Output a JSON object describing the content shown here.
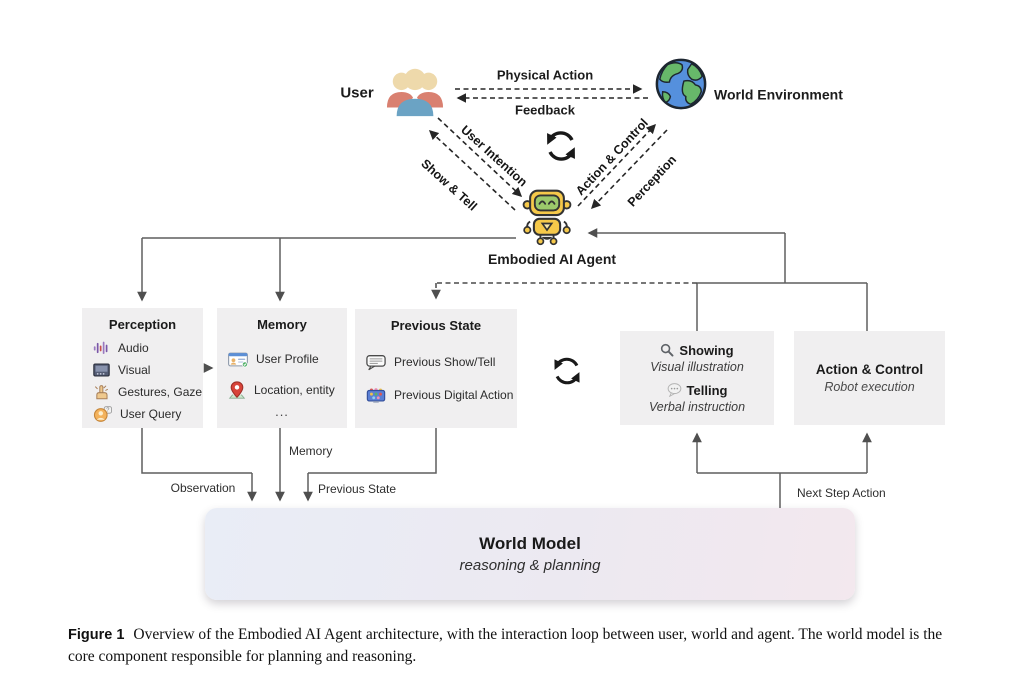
{
  "interaction_loop": {
    "user_label": "User",
    "world_label": "World Environment",
    "physical_action": "Physical Action",
    "feedback": "Feedback",
    "user_intention": "User Intention",
    "show_tell": "Show & Tell",
    "action_control": "Action & Control",
    "perception": "Perception",
    "agent_label": "Embodied AI Agent",
    "icons": [
      "users-icon",
      "globe-icon",
      "robot-icon",
      "cycle-icon"
    ]
  },
  "boxes": {
    "perception": {
      "title": "Perception",
      "items": [
        {
          "icon": "audio-icon",
          "label": "Audio"
        },
        {
          "icon": "visual-icon",
          "label": "Visual"
        },
        {
          "icon": "gestures-icon",
          "label": "Gestures, Gaze"
        },
        {
          "icon": "user-query-icon",
          "label": "User Query"
        }
      ]
    },
    "memory": {
      "title": "Memory",
      "items": [
        {
          "icon": "user-profile-icon",
          "label": "User Profile"
        },
        {
          "icon": "location-icon",
          "label": "Location, entity"
        }
      ],
      "ellipsis": "..."
    },
    "previous_state": {
      "title": "Previous State",
      "items": [
        {
          "icon": "show-tell-icon",
          "label": "Previous Show/Tell"
        },
        {
          "icon": "digital-action-icon",
          "label": "Previous Digital Action"
        }
      ]
    },
    "showing_telling": {
      "showing_icon": "magnifier-icon",
      "showing_title": "Showing",
      "showing_sub": "Visual illustration",
      "telling_icon": "speech-bubble-icon",
      "telling_title": "Telling",
      "telling_sub": "Verbal instruction"
    },
    "action_control": {
      "title": "Action & Control",
      "sub": "Robot execution"
    },
    "world_model": {
      "title": "World Model",
      "sub": "reasoning & planning"
    }
  },
  "flow_labels": {
    "observation": "Observation",
    "memory": "Memory",
    "previous_state": "Previous State",
    "next_step_action": "Next Step Action"
  },
  "caption": {
    "tag": "Figure 1",
    "text": "Overview of the Embodied AI Agent architecture, with the interaction loop between user, world and agent. The world model is the core component responsible for planning and reasoning."
  },
  "colors": {
    "panel_bg": "#f0eff0",
    "solid_line": "#5f5f5f",
    "dashed_line": "#2a2a2a",
    "world_model_gradient_start": "#e9edf6",
    "world_model_gradient_end": "#f3e8ee",
    "robot_yellow": "#f6c94a",
    "globe_blue": "#5590dd",
    "globe_green": "#67b86a"
  }
}
